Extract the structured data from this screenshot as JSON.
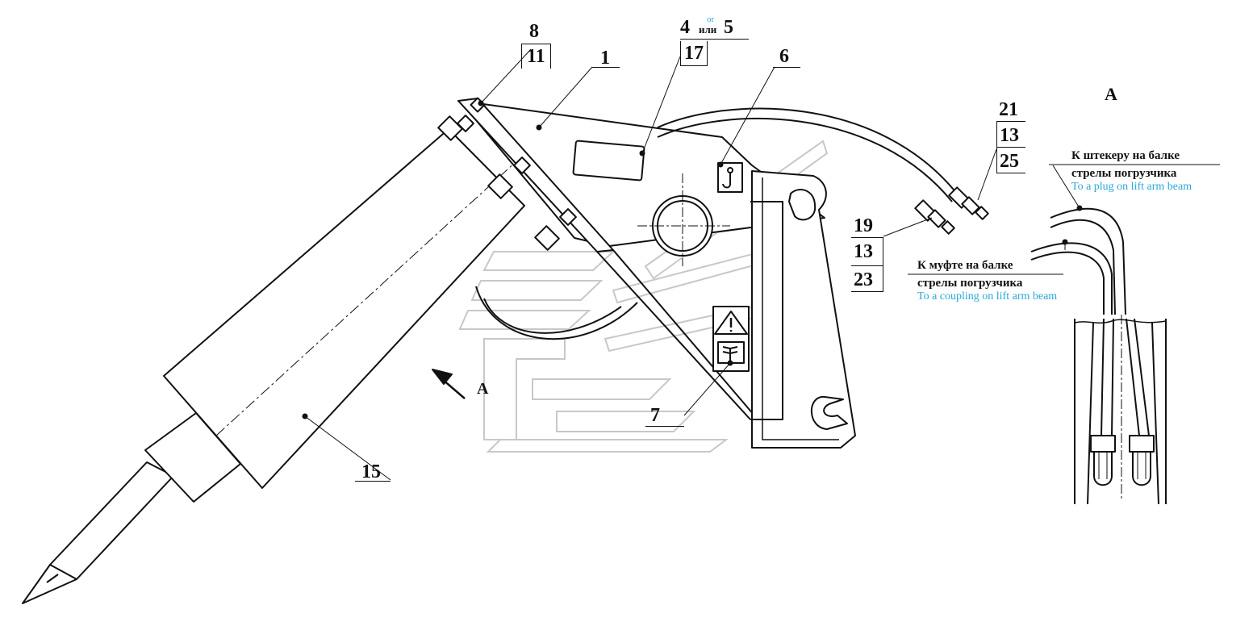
{
  "colors": {
    "ink": "#111111",
    "watermark": "#c8c8c8",
    "english_text": "#29a8d9"
  },
  "callouts": {
    "c1": "1",
    "c4": "4",
    "c4_or_en": "or",
    "c4_or_ru": "или",
    "c5": "5",
    "c17": "17",
    "c6": "6",
    "c7": "7",
    "c8": "8",
    "c11": "11",
    "c15": "15",
    "g19": [
      "19",
      "13",
      "23"
    ],
    "g21": [
      "21",
      "13",
      "25"
    ]
  },
  "view": {
    "arrow_label": "A",
    "section_label": "A"
  },
  "notes": {
    "plug_ru_1": "К штекеру на балке",
    "plug_ru_2": "стрелы погрузчика",
    "plug_en": "To a plug on lift arm beam",
    "coupling_ru_1": "К муфте на балке",
    "coupling_ru_2": "стрелы погрузчика",
    "coupling_en": "To a coupling on lift arm beam"
  },
  "icons": [
    "warning-triangle-icon",
    "manual-book-icon",
    "lifting-hook-icon"
  ]
}
